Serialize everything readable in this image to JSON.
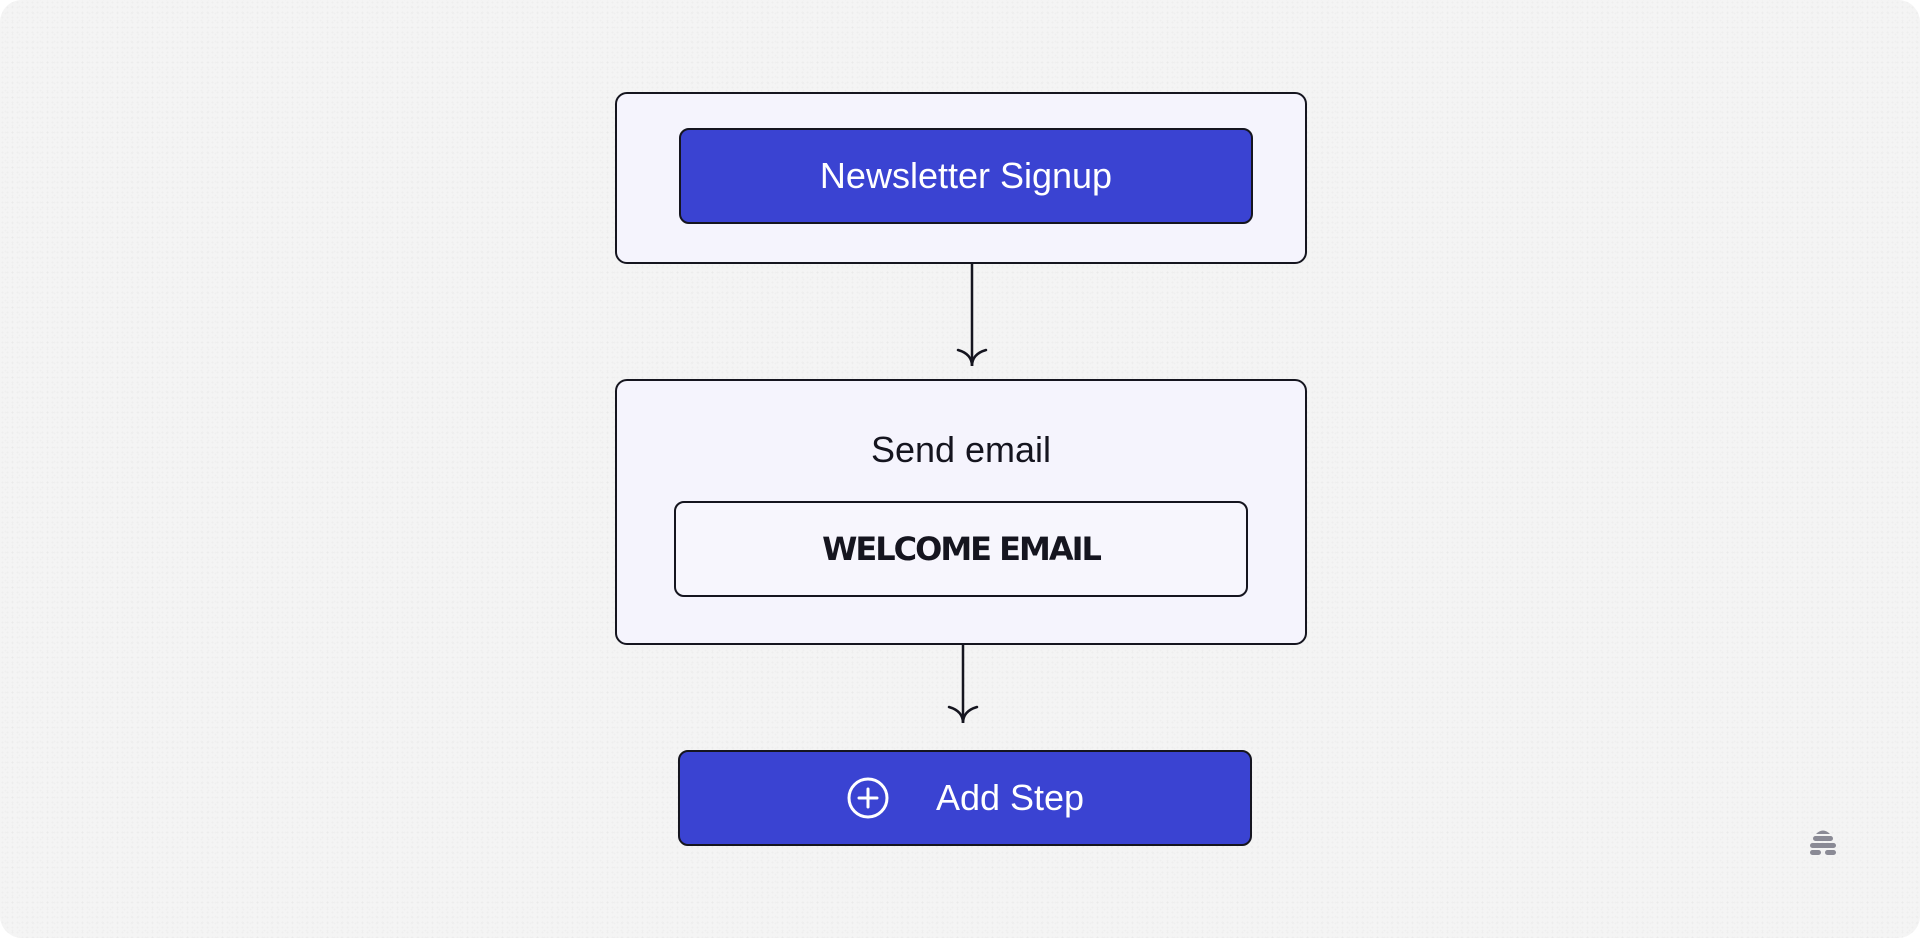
{
  "workflow": {
    "trigger": {
      "label": "Newsletter Signup"
    },
    "action": {
      "label": "Send email",
      "email_name": "WELCOME EMAIL"
    },
    "add_step": {
      "label": "Add Step",
      "icon": "plus-circle-icon"
    }
  },
  "brand": {
    "icon": "beehive-logo-icon"
  },
  "colors": {
    "accent": "#3a43d2",
    "card_background": "#f5f4fd",
    "canvas_background": "#f4f4f4",
    "outline": "#15151f"
  }
}
